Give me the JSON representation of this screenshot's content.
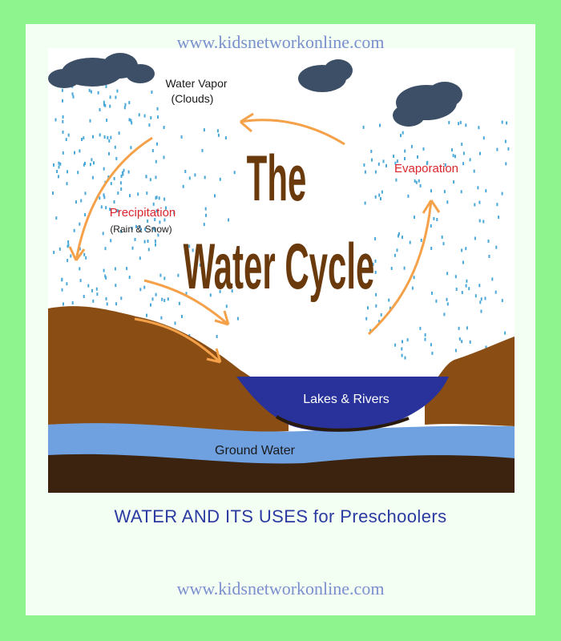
{
  "url_top": "www.kidsnetworkonline.com",
  "url_bottom": "www.kidsnetworkonline.com",
  "caption": "WATER AND ITS USES for Preschoolers",
  "diagram": {
    "title_line1": "The",
    "title_line2": "Water Cycle",
    "labels": {
      "water_vapor": "Water Vapor",
      "clouds": "(Clouds)",
      "evaporation": "Evaporation",
      "precipitation": "Precipitation",
      "rain_snow": "(Rain & Snow)",
      "lakes_rivers": "Lakes & Rivers",
      "ground_water": "Ground Water"
    },
    "colors": {
      "title": "#6b3a0c",
      "red_label": "#d8262b",
      "arrow": "#f5a14a",
      "cloud": "#3d4f66",
      "earth": "#8a4d14",
      "lake": "#28329a",
      "groundwater": "#6fa0e0",
      "rain": "#4aa8d8"
    }
  }
}
